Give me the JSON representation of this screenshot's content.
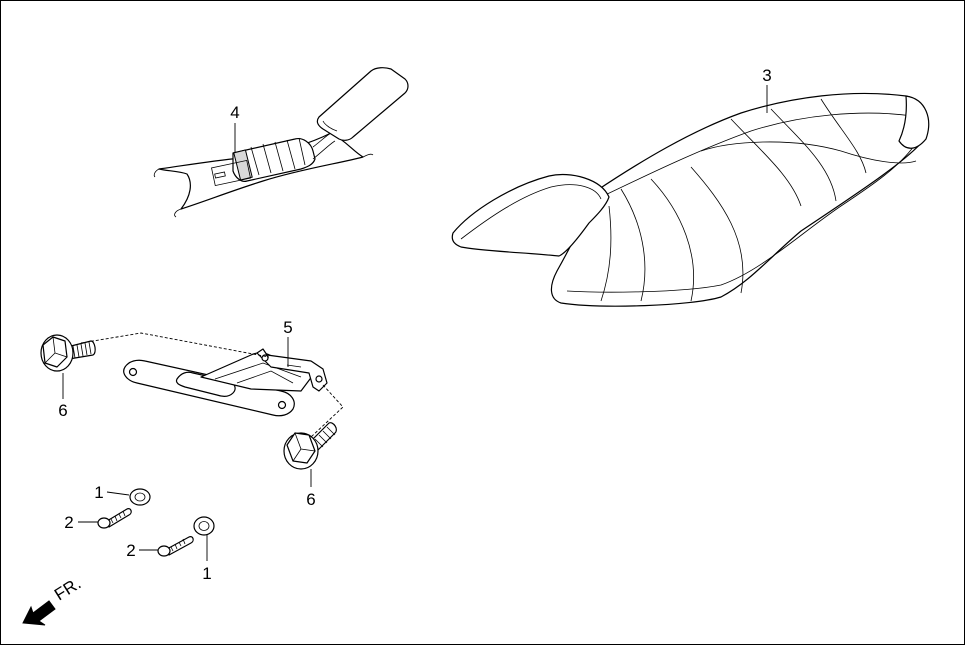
{
  "callouts": {
    "washer_a": "1",
    "washer_b": "1",
    "screw_a": "2",
    "screw_b": "2",
    "seat": "3",
    "tool_bag": "4",
    "bracket": "5",
    "bolt_a": "6",
    "bolt_b": "6"
  },
  "direction_label": "FR.",
  "colors": {
    "line": "#000000",
    "background": "#ffffff",
    "shade": "#d9d9d9"
  }
}
